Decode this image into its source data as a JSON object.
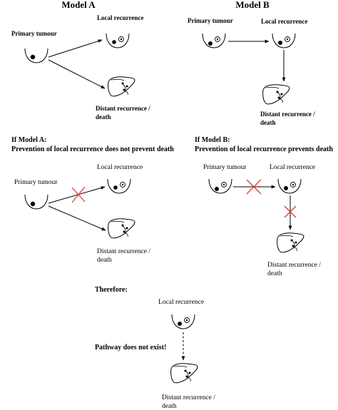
{
  "model_a": {
    "title": "Model A",
    "primary_label": "Primary tumour",
    "local_label": "Local recurrence",
    "distant_label_1": "Distant recurrence /",
    "distant_label_2": "death"
  },
  "model_b": {
    "title": "Model B",
    "primary_label": "Primary tumour",
    "local_label": "Local recurrence",
    "distant_label_1": "Distant recurrence /",
    "distant_label_2": "death"
  },
  "if_a": {
    "heading_1": "If Model A:",
    "heading_2": "Prevention of local recurrence does not prevent death",
    "primary_label": "Primary tumour",
    "local_label": "Local recurrence",
    "distant_label_1": "Distant recurrence /",
    "distant_label_2": "death"
  },
  "if_b": {
    "heading_1": "If Model B:",
    "heading_2": "Prevention of local recurrence prevents death",
    "primary_label": "Primary tumour",
    "local_label": "Local recurrence",
    "distant_label_1": "Distant recurrence /",
    "distant_label_2": "death"
  },
  "therefore": {
    "heading": "Therefore:",
    "local_label": "Local recurrence",
    "pathway_label": "Pathway does not exist!",
    "distant_label_1": "Distant recurrence /",
    "distant_label_2": "death"
  }
}
